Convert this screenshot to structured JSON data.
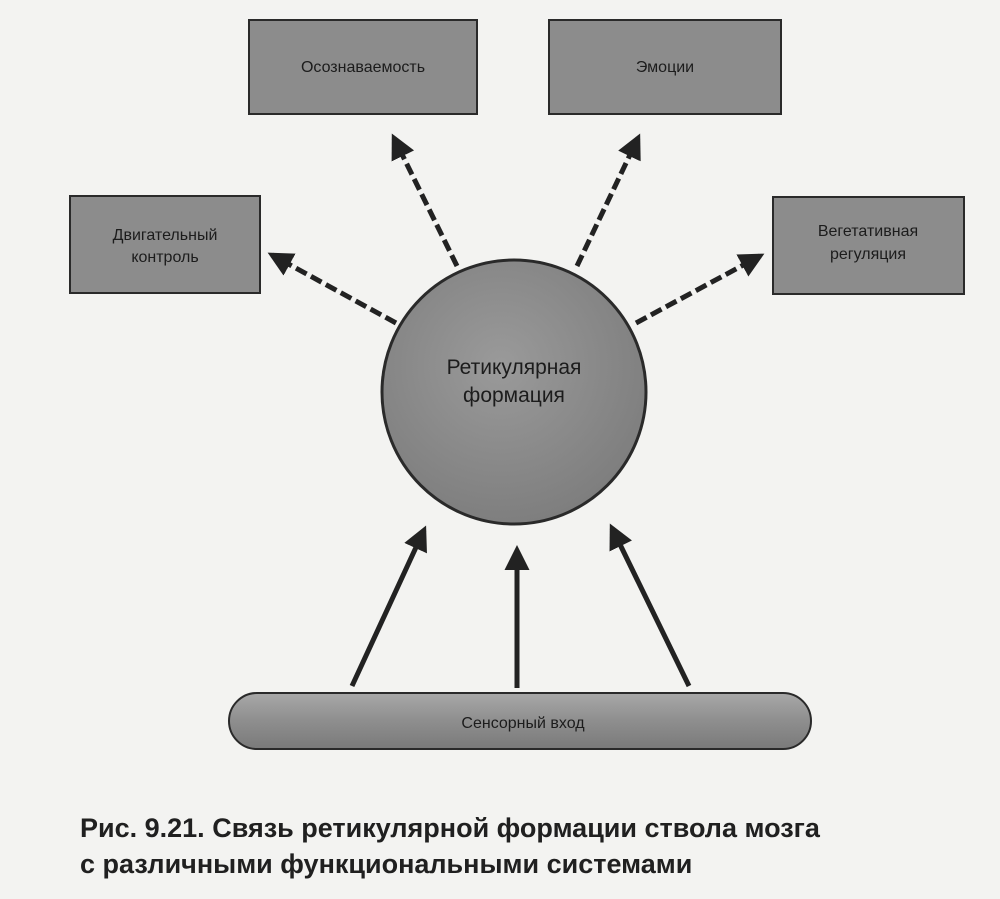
{
  "diagram": {
    "center": {
      "label_line1": "Ретикулярная",
      "label_line2": "формация"
    },
    "boxes": {
      "awareness": {
        "label": "Осознаваемость"
      },
      "emotions": {
        "label": "Эмоции"
      },
      "motor": {
        "label_line1": "Двигательный",
        "label_line2": "контроль"
      },
      "vegetative": {
        "label_line1": "Вегетативная",
        "label_line2": "регуляция"
      }
    },
    "sensory": {
      "label": "Сенсорный вход"
    }
  },
  "caption": {
    "label": "Рис. 9.21.",
    "line1": "Связь ретикулярной формации ствола мозга",
    "line2": "с различными функциональными системами"
  },
  "colors": {
    "box_fill": "#8c8c8c",
    "circle_fill": "#8a8a8a",
    "arrow": "#222222",
    "background": "#f3f3f1"
  }
}
